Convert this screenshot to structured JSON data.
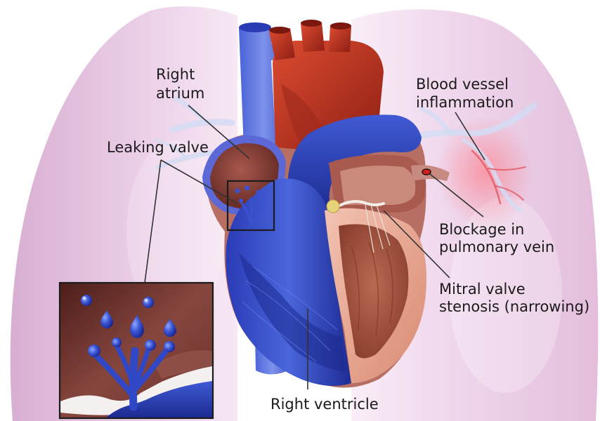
{
  "labels": {
    "right_atrium": [
      "Right",
      "atrium"
    ],
    "leaking_valve": [
      "Leaking valve"
    ],
    "blood_vessel_inflammation": [
      "Blood vessel",
      "inflammation"
    ],
    "blockage": [
      "Blockage in",
      "pulmonary vein"
    ],
    "mitral": [
      "Mitral valve",
      "stenosis (narrowing)"
    ],
    "right_ventricle": [
      "Right ventricle"
    ]
  },
  "colors": {
    "label_text": "#1a1a1a",
    "leader_line": "#333333",
    "vessel_blue": "#3a52cc",
    "artery_red": "#c23a28",
    "lung_pink": "#ecd0e8"
  }
}
